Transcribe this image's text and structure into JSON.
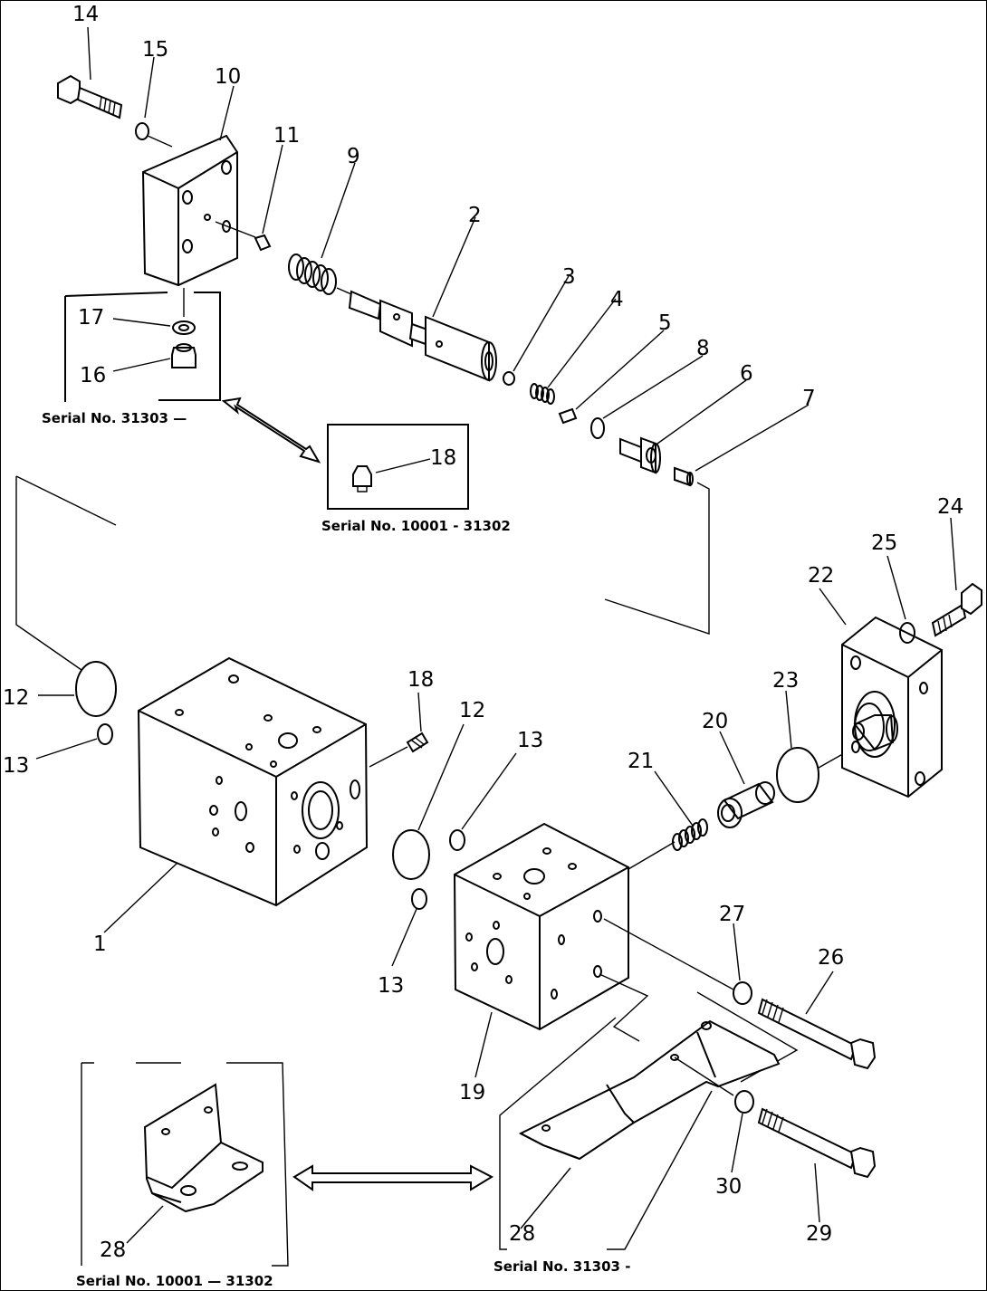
{
  "diagram": {
    "part_numbers": {
      "p1": "1",
      "p2": "2",
      "p3": "3",
      "p4": "4",
      "p5": "5",
      "p6": "6",
      "p7": "7",
      "p8": "8",
      "p9": "9",
      "p10": "10",
      "p11": "11",
      "p12a": "12",
      "p12b": "12",
      "p13a": "13",
      "p13b": "13",
      "p13c": "13",
      "p14": "14",
      "p15": "15",
      "p16": "16",
      "p17": "17",
      "p18a": "18",
      "p18b": "18",
      "p19": "19",
      "p20": "20",
      "p21": "21",
      "p22": "22",
      "p23": "23",
      "p24": "24",
      "p25": "25",
      "p26": "26",
      "p27": "27",
      "p28a": "28",
      "p28b": "28",
      "p29": "29",
      "p30": "30"
    },
    "serial_labels": {
      "box_17_16": "Serial No. 31303 —",
      "box_18": "Serial No. 10001  - 31302",
      "box_28_left": "Serial No. 10001 — 31302",
      "box_28_right": "Serial No. 31303 -"
    }
  }
}
